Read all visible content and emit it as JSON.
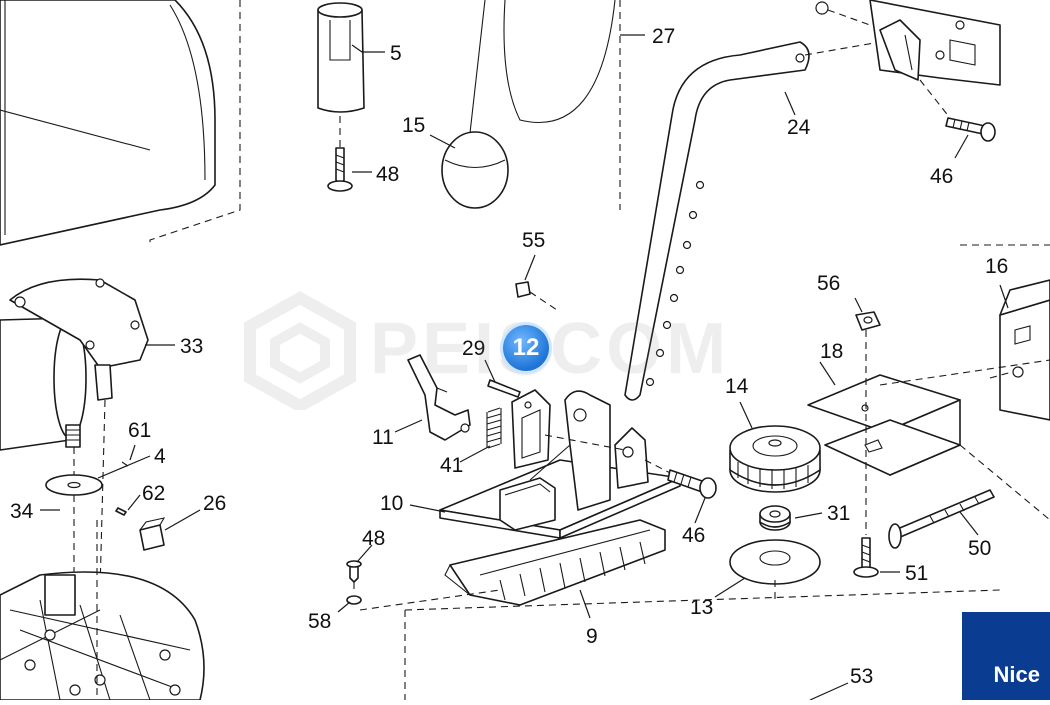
{
  "diagram": {
    "callouts": [
      "5",
      "27",
      "15",
      "48",
      "24",
      "46",
      "55",
      "16",
      "56",
      "33",
      "29",
      "18",
      "14",
      "11",
      "61",
      "4",
      "41",
      "62",
      "26",
      "10",
      "46",
      "31",
      "34",
      "48",
      "50",
      "51",
      "58",
      "13",
      "9",
      "53"
    ],
    "highlight": "12",
    "watermark": "PEISCOM",
    "brand": "Nice"
  },
  "colors": {
    "highlight": "#1f74d6",
    "brand": "#0a3d91",
    "ink": "#1a1a1a"
  }
}
